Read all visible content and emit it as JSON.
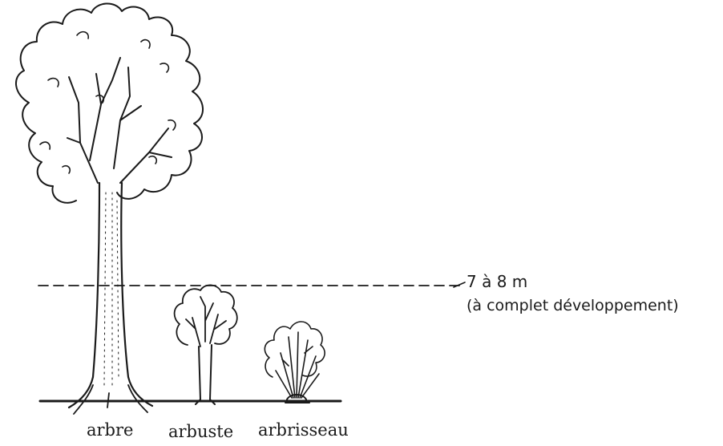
{
  "labels": {
    "tree": "arbre",
    "shrub": "arbuste",
    "subshrub": "arbrisseau"
  },
  "height_marker": {
    "value": "7 à 8 m",
    "note": "(à complet développement)"
  }
}
